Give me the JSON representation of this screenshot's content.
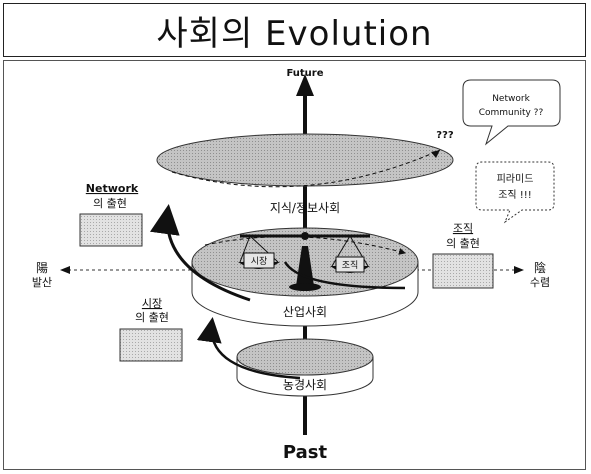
{
  "title": "사회의 Evolution",
  "axis": {
    "future": "Future",
    "past": "Past",
    "left_glyph": "陽",
    "left_word": "발산",
    "right_glyph": "陰",
    "right_word": "수렴"
  },
  "layers": {
    "top": "지식/정보사회",
    "middle": "산업사회",
    "bottom": "농경사회"
  },
  "scale": {
    "left_pan": "시장",
    "right_pan": "조직"
  },
  "callouts": {
    "network_community": "Network Community ??",
    "question_marks": "???",
    "pyramid_line1": "피라미드",
    "pyramid_line2": "조직 !!!"
  },
  "emergence": {
    "network_title": "Network",
    "network_sub": "의 출현",
    "market_title": "시장",
    "market_sub": "의 출현",
    "org_title": "조직",
    "org_sub": "의 출현"
  },
  "colors": {
    "disk_fill": "#bdbdbd",
    "ink": "#111111",
    "box_fill": "#d9d9d9"
  }
}
